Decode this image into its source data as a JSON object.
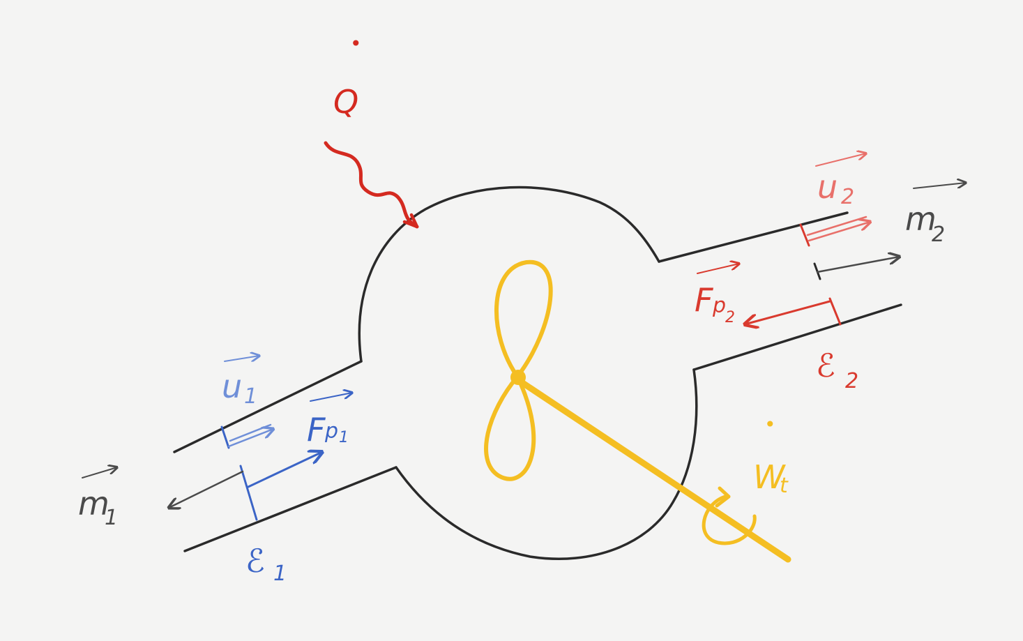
{
  "colors": {
    "outline": "#2a2a2a",
    "heat": "#d42a20",
    "inlet": "#3b64c6",
    "inlet_light": "#6f8fd8",
    "outlet": "#d93a2e",
    "outlet_light": "#e8706a",
    "mass": "#4a4a4a",
    "turbine": "#f4be22"
  },
  "labels": {
    "heat": {
      "symbol": "Q",
      "dot": "•"
    },
    "velocity_in": {
      "symbol": "u",
      "sub": "1"
    },
    "force_in": {
      "symbol": "F",
      "sub": "p",
      "subsub": "1"
    },
    "mass_in": {
      "symbol": "m",
      "sub": "1"
    },
    "section_in": {
      "symbol": "ℰ",
      "sub": "1"
    },
    "velocity_out": {
      "symbol": "u",
      "sub": "2"
    },
    "force_out": {
      "symbol": "F",
      "sub": "p",
      "subsub": "2"
    },
    "mass_out": {
      "symbol": "m",
      "sub": "2"
    },
    "section_out": {
      "symbol": "ℰ",
      "sub": "2"
    },
    "work": {
      "symbol": "W",
      "sub": "t",
      "dot": "•"
    }
  },
  "icons": {
    "turbine": "propeller-icon",
    "heat": "wavy-arrow-icon"
  }
}
